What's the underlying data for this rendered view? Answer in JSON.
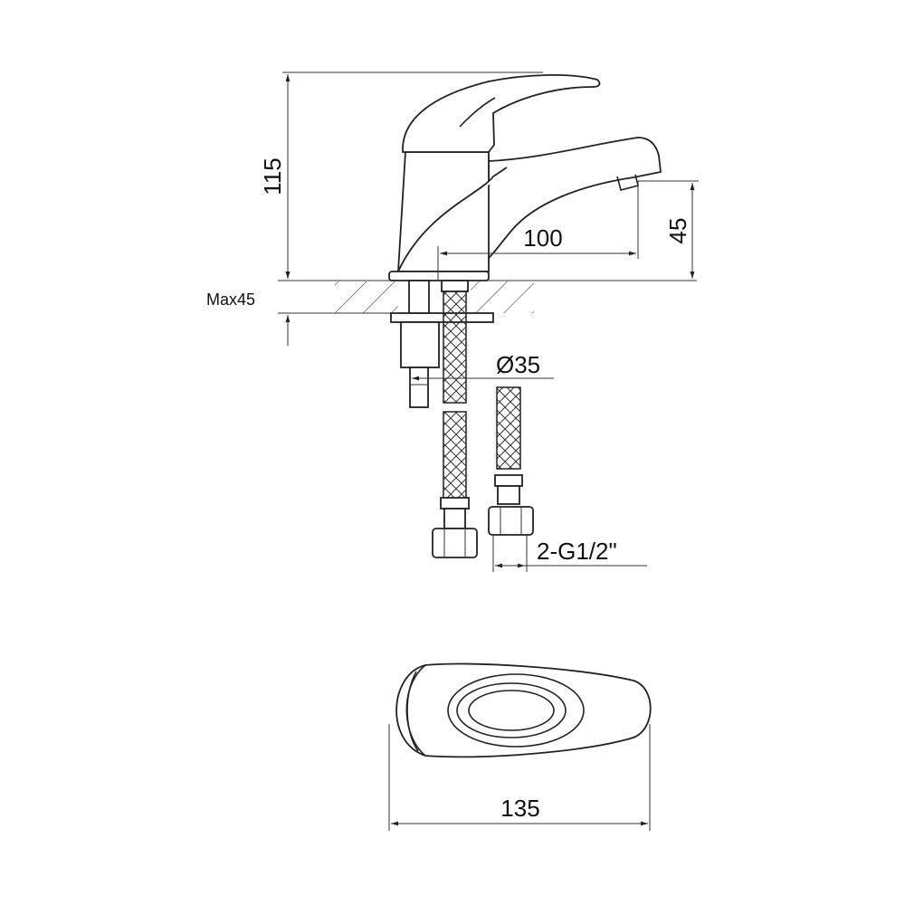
{
  "drawing": {
    "dimensions": {
      "total_height": "115",
      "spout_height": "45",
      "spout_reach": "100",
      "max_counter_thickness": "Max45",
      "hole_diameter": "Ø35",
      "connection": "2-G1/2\"",
      "length_top_view": "135"
    },
    "line_color": "#222222",
    "background": "#ffffff"
  }
}
